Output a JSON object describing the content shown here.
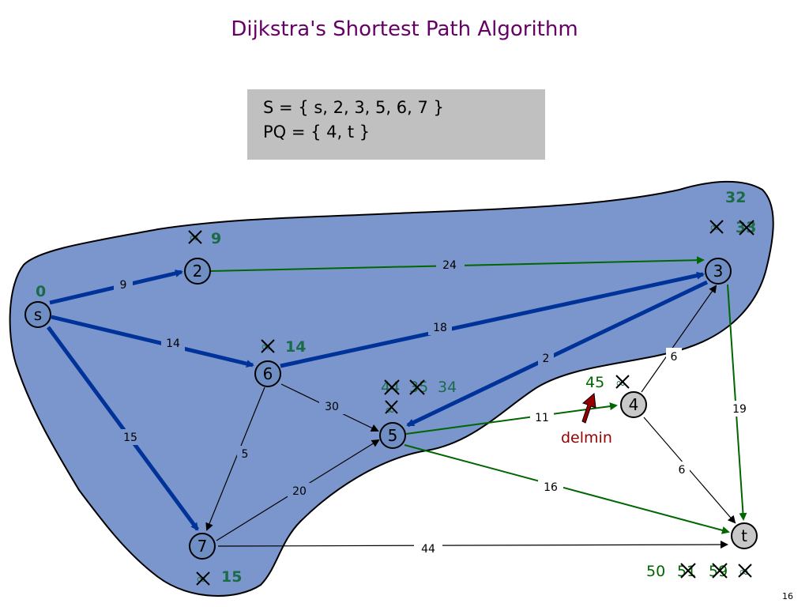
{
  "title": "Dijkstra's Shortest Path Algorithm",
  "state": {
    "S": "S = { s, 2, 3, 5, 6, 7 }",
    "PQ": "PQ = { 4, t }"
  },
  "page_number": "16",
  "nodes": {
    "s": "s",
    "n2": "2",
    "n3": "3",
    "n4": "4",
    "n5": "5",
    "n6": "6",
    "n7": "7",
    "t": "t"
  },
  "weights": {
    "s_2": "9",
    "s_6": "14",
    "s_7": "15",
    "n2_3": "24",
    "n6_3": "18",
    "n3_5": "2",
    "n6_5": "30",
    "n6_7": "5",
    "n7_5": "20",
    "n4_3": "6",
    "n5_4": "11",
    "n3_t": "19",
    "n4_t": "6",
    "n5_t": "16",
    "n7_t": "44"
  },
  "distances": {
    "s": "0",
    "n2_inf": "∞",
    "n2_final": "9",
    "n6_inf": "∞",
    "n6_final": "14",
    "n7_inf": "∞",
    "n7_final": "15",
    "n3_inf": "∞",
    "n3_old": "33",
    "n3_final": "32",
    "n5_old1": "44",
    "n5_old2": "35",
    "n5_final": "34",
    "n5_inf": "∞",
    "n4_current": "45",
    "n4_inf": "∞",
    "t_current": "50",
    "t_old1": "51",
    "t_old2": "59",
    "t_inf": "∞"
  },
  "delmin_label": "delmin",
  "colors": {
    "region": "#7b96cc",
    "region_stroke": "#000000",
    "node_fill": "#6f8fc4",
    "blue_edge": "#003399",
    "green_edge": "#006600",
    "black_edge": "#000000",
    "cross": "#000000",
    "delmin_arrow": "#990000",
    "title": "#660066"
  }
}
